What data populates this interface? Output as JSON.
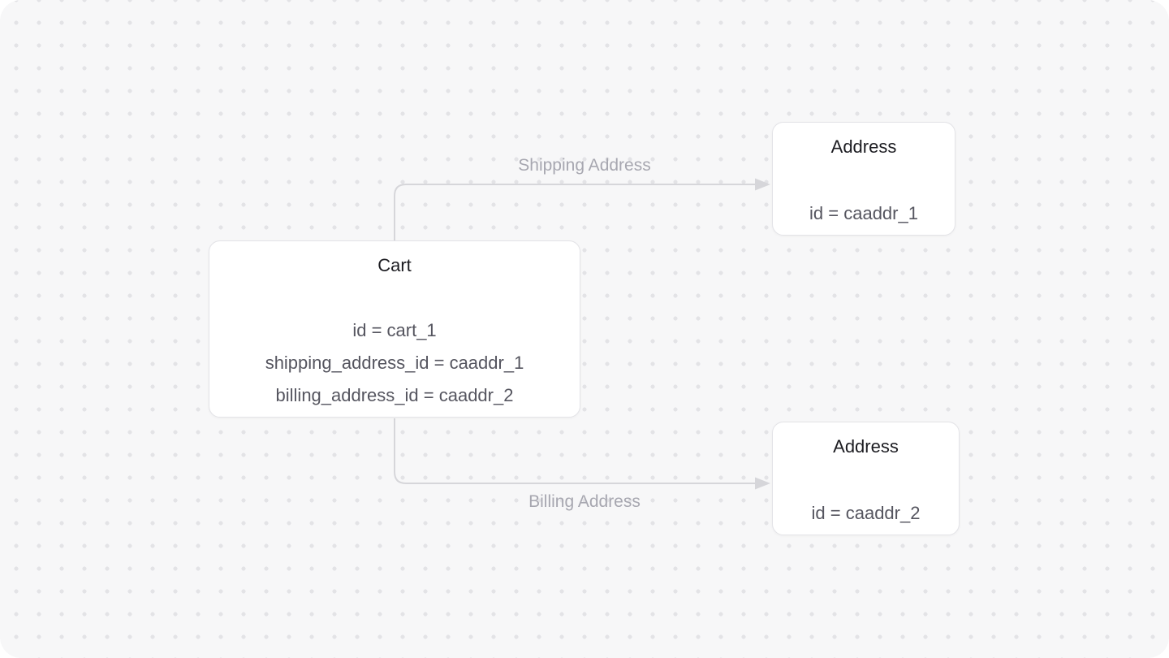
{
  "canvas": {
    "background_color": "#f7f7f8",
    "dot_color": "#e3e3e6",
    "outer_color": "#ffffff"
  },
  "nodes": {
    "cart": {
      "title": "Cart",
      "attributes": [
        "id = cart_1",
        "shipping_address_id = caaddr_1",
        "billing_address_id = caaddr_2"
      ]
    },
    "shipping_address": {
      "title": "Address",
      "attributes": [
        "id = caaddr_1"
      ]
    },
    "billing_address": {
      "title": "Address",
      "attributes": [
        "id = caaddr_2"
      ]
    }
  },
  "edges": {
    "shipping": {
      "label": "Shipping Address"
    },
    "billing": {
      "label": "Billing Address"
    }
  },
  "colors": {
    "edge_line": "#d6d6da",
    "edge_label_text": "#a7a7b0",
    "node_border": "#e3e3e7",
    "node_title_text": "#1c1c21",
    "node_attribute_text": "#55555f"
  }
}
